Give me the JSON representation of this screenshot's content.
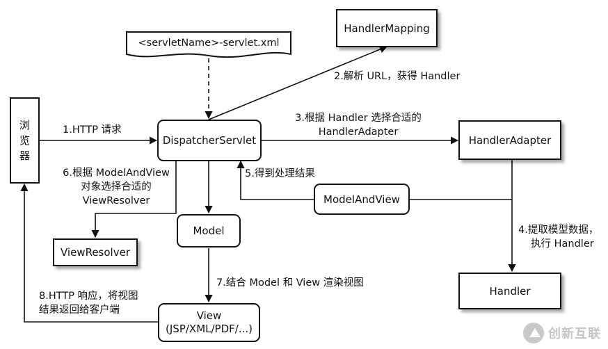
{
  "nodes": {
    "browser": [
      "浏",
      "览",
      "器"
    ],
    "config_file": "<servletName>-servlet.xml",
    "handler_mapping": "HandlerMapping",
    "dispatcher": "DispatcherServlet",
    "handler_adapter": "HandlerAdapter",
    "model_and_view": "ModelAndView",
    "model": "Model",
    "view_resolver": "ViewResolver",
    "view": [
      "View",
      "(JSP/XML/PDF/...)"
    ],
    "handler": "Handler"
  },
  "edges": {
    "step1": "1.HTTP 请求",
    "step2": "2.解析 URL，获得 Handler",
    "step3": [
      "3.根据 Handler 选择合适的",
      "HandlerAdapter"
    ],
    "step4": [
      "4.提取模型数据，",
      "执行 Handler"
    ],
    "step5": "5.得到处理结果",
    "step6": [
      "6.根据 ModelAndView",
      "对象选择合适的",
      "ViewResolver"
    ],
    "step7": "7.结合 Model 和 View 渲染视图",
    "step8": [
      "8.HTTP 响应，将视图",
      "结果返回给客户端"
    ]
  },
  "watermark": "创新互联"
}
